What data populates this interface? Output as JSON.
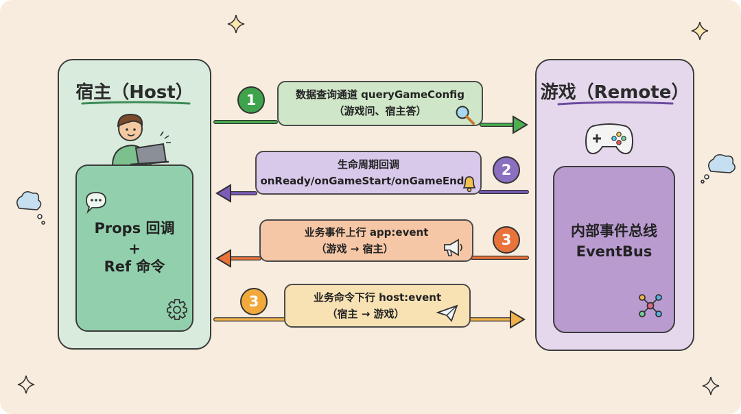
{
  "host": {
    "title": "宿主（Host）",
    "inner_line1": "Props 回调",
    "inner_line2": "+",
    "inner_line3": "Ref 命令"
  },
  "game": {
    "title": "游戏（Remote）",
    "inner_line1": "内部事件总线",
    "inner_line2": "EventBus"
  },
  "channels": [
    {
      "badge": "1",
      "line1": "数据查询通道 queryGameConfig",
      "line2": "（游戏问、宿主答）"
    },
    {
      "badge": "2",
      "line1": "生命周期回调",
      "line2": "onReady/onGameStart/onGameEnd"
    },
    {
      "badge": "3",
      "line1": "业务事件上行 app:event",
      "line2": "（游戏 → 宿主）"
    },
    {
      "badge": "3",
      "line1": "业务命令下行 host:event",
      "line2": "（宿主 → 游戏）"
    }
  ],
  "colors": {
    "background": "#f7ecdd",
    "host_panel": "#d8ebdc",
    "host_inner": "#92d0ad",
    "game_panel": "#e5d8ec",
    "game_inner": "#b99bd0",
    "channel1": "#4caf50",
    "channel2": "#7b5cb8",
    "channel3": "#e8743b",
    "channel4": "#e8a73b"
  },
  "icons": [
    "person-laptop-icon",
    "chat-bubble-icon",
    "gear-icon",
    "gamepad-icon",
    "network-icon",
    "magnifier-icon",
    "bell-icon",
    "megaphone-icon",
    "paper-plane-icon",
    "sparkle-icon",
    "cloud-icon"
  ]
}
